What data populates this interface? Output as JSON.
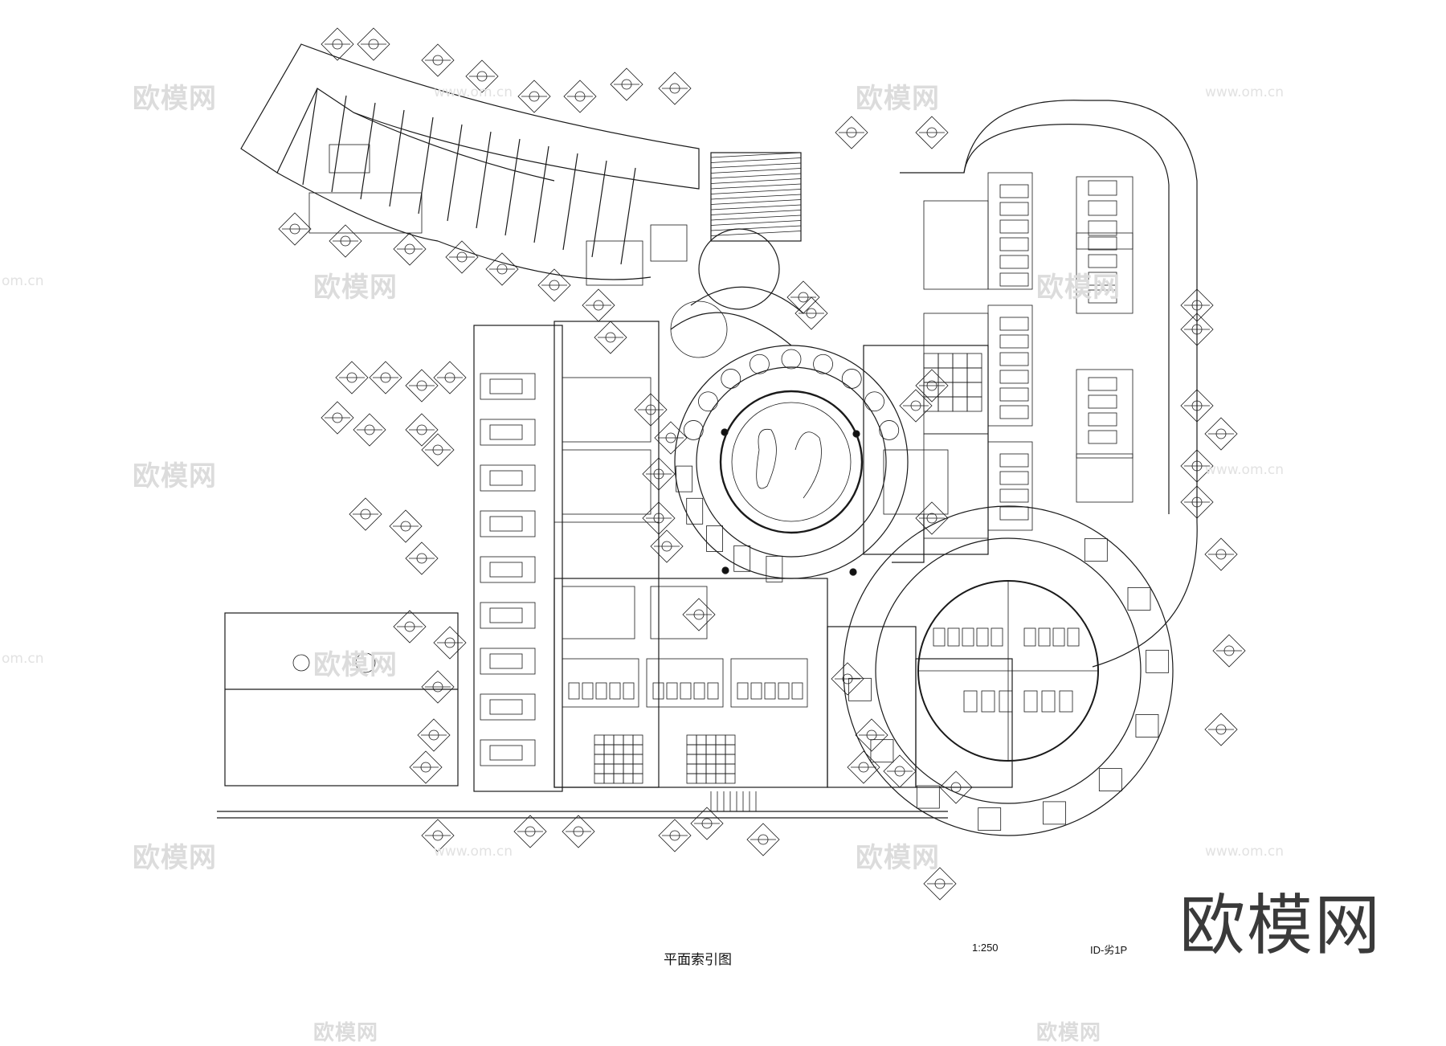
{
  "drawing": {
    "title": "平面索引图",
    "scale": "1:250",
    "sheet": "ID-劣1P"
  },
  "watermark": {
    "brand_text": "欧模网",
    "url_text": "www.om.cn",
    "domain_text": "om.cn"
  },
  "colors": {
    "line": "#1a1a1a",
    "watermark": "#dcdcdc",
    "background": "#ffffff"
  }
}
